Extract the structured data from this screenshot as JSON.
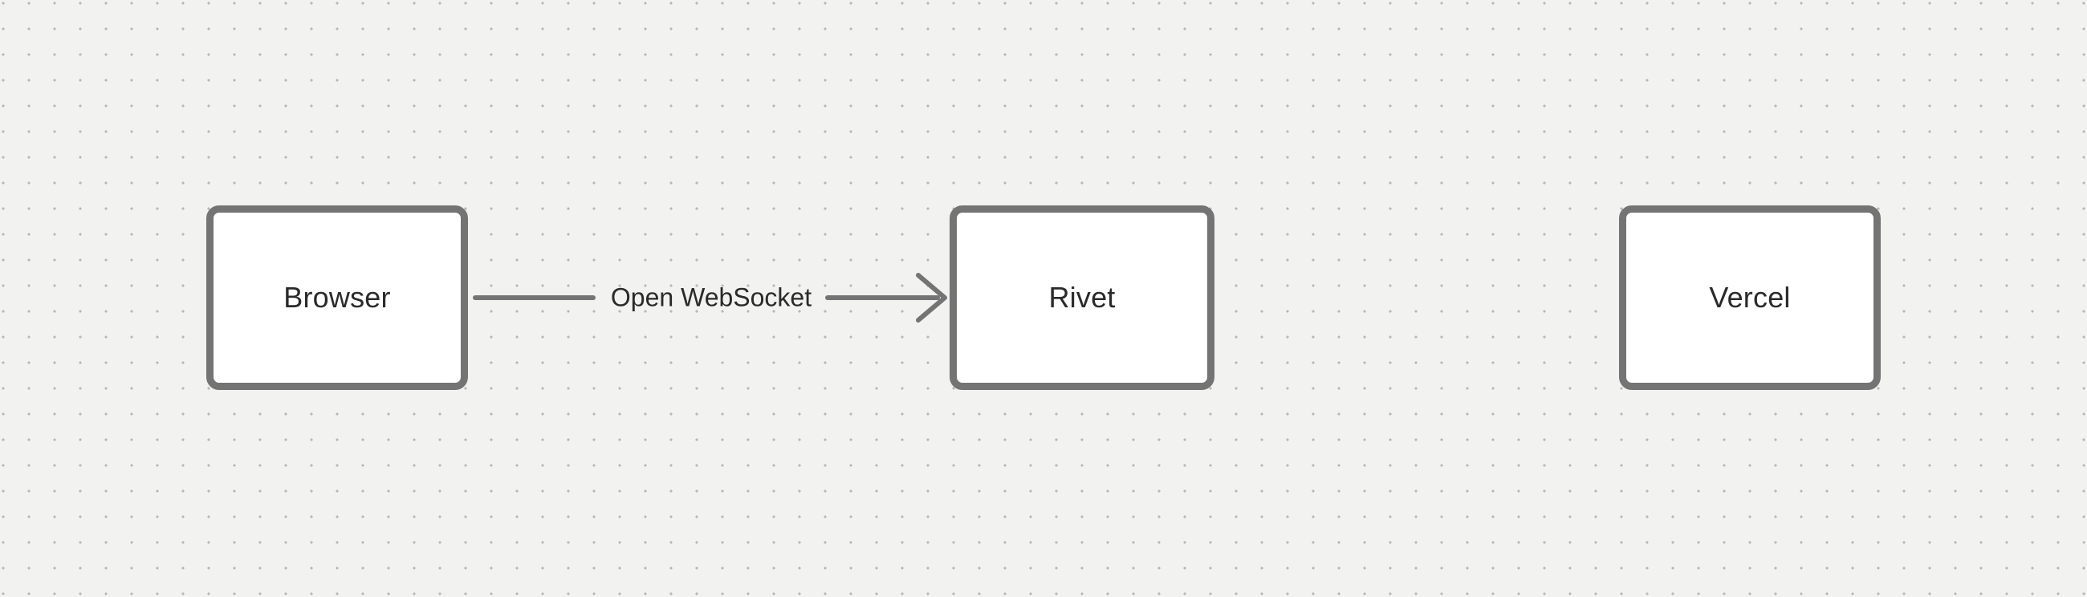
{
  "diagram": {
    "nodes": [
      {
        "id": "browser",
        "label": "Browser"
      },
      {
        "id": "rivet",
        "label": "Rivet"
      },
      {
        "id": "vercel",
        "label": "Vercel"
      }
    ],
    "edges": [
      {
        "from": "browser",
        "to": "rivet",
        "label": "Open WebSocket",
        "direction": "right"
      }
    ]
  },
  "colors": {
    "canvas_background": "#f2f2f0",
    "grid_dot": "#b7b7b5",
    "node_border": "#747474",
    "node_fill": "#ffffff",
    "node_text": "#2a2a2a",
    "edge_stroke": "#747474",
    "edge_label_text": "#2a2a2a"
  }
}
